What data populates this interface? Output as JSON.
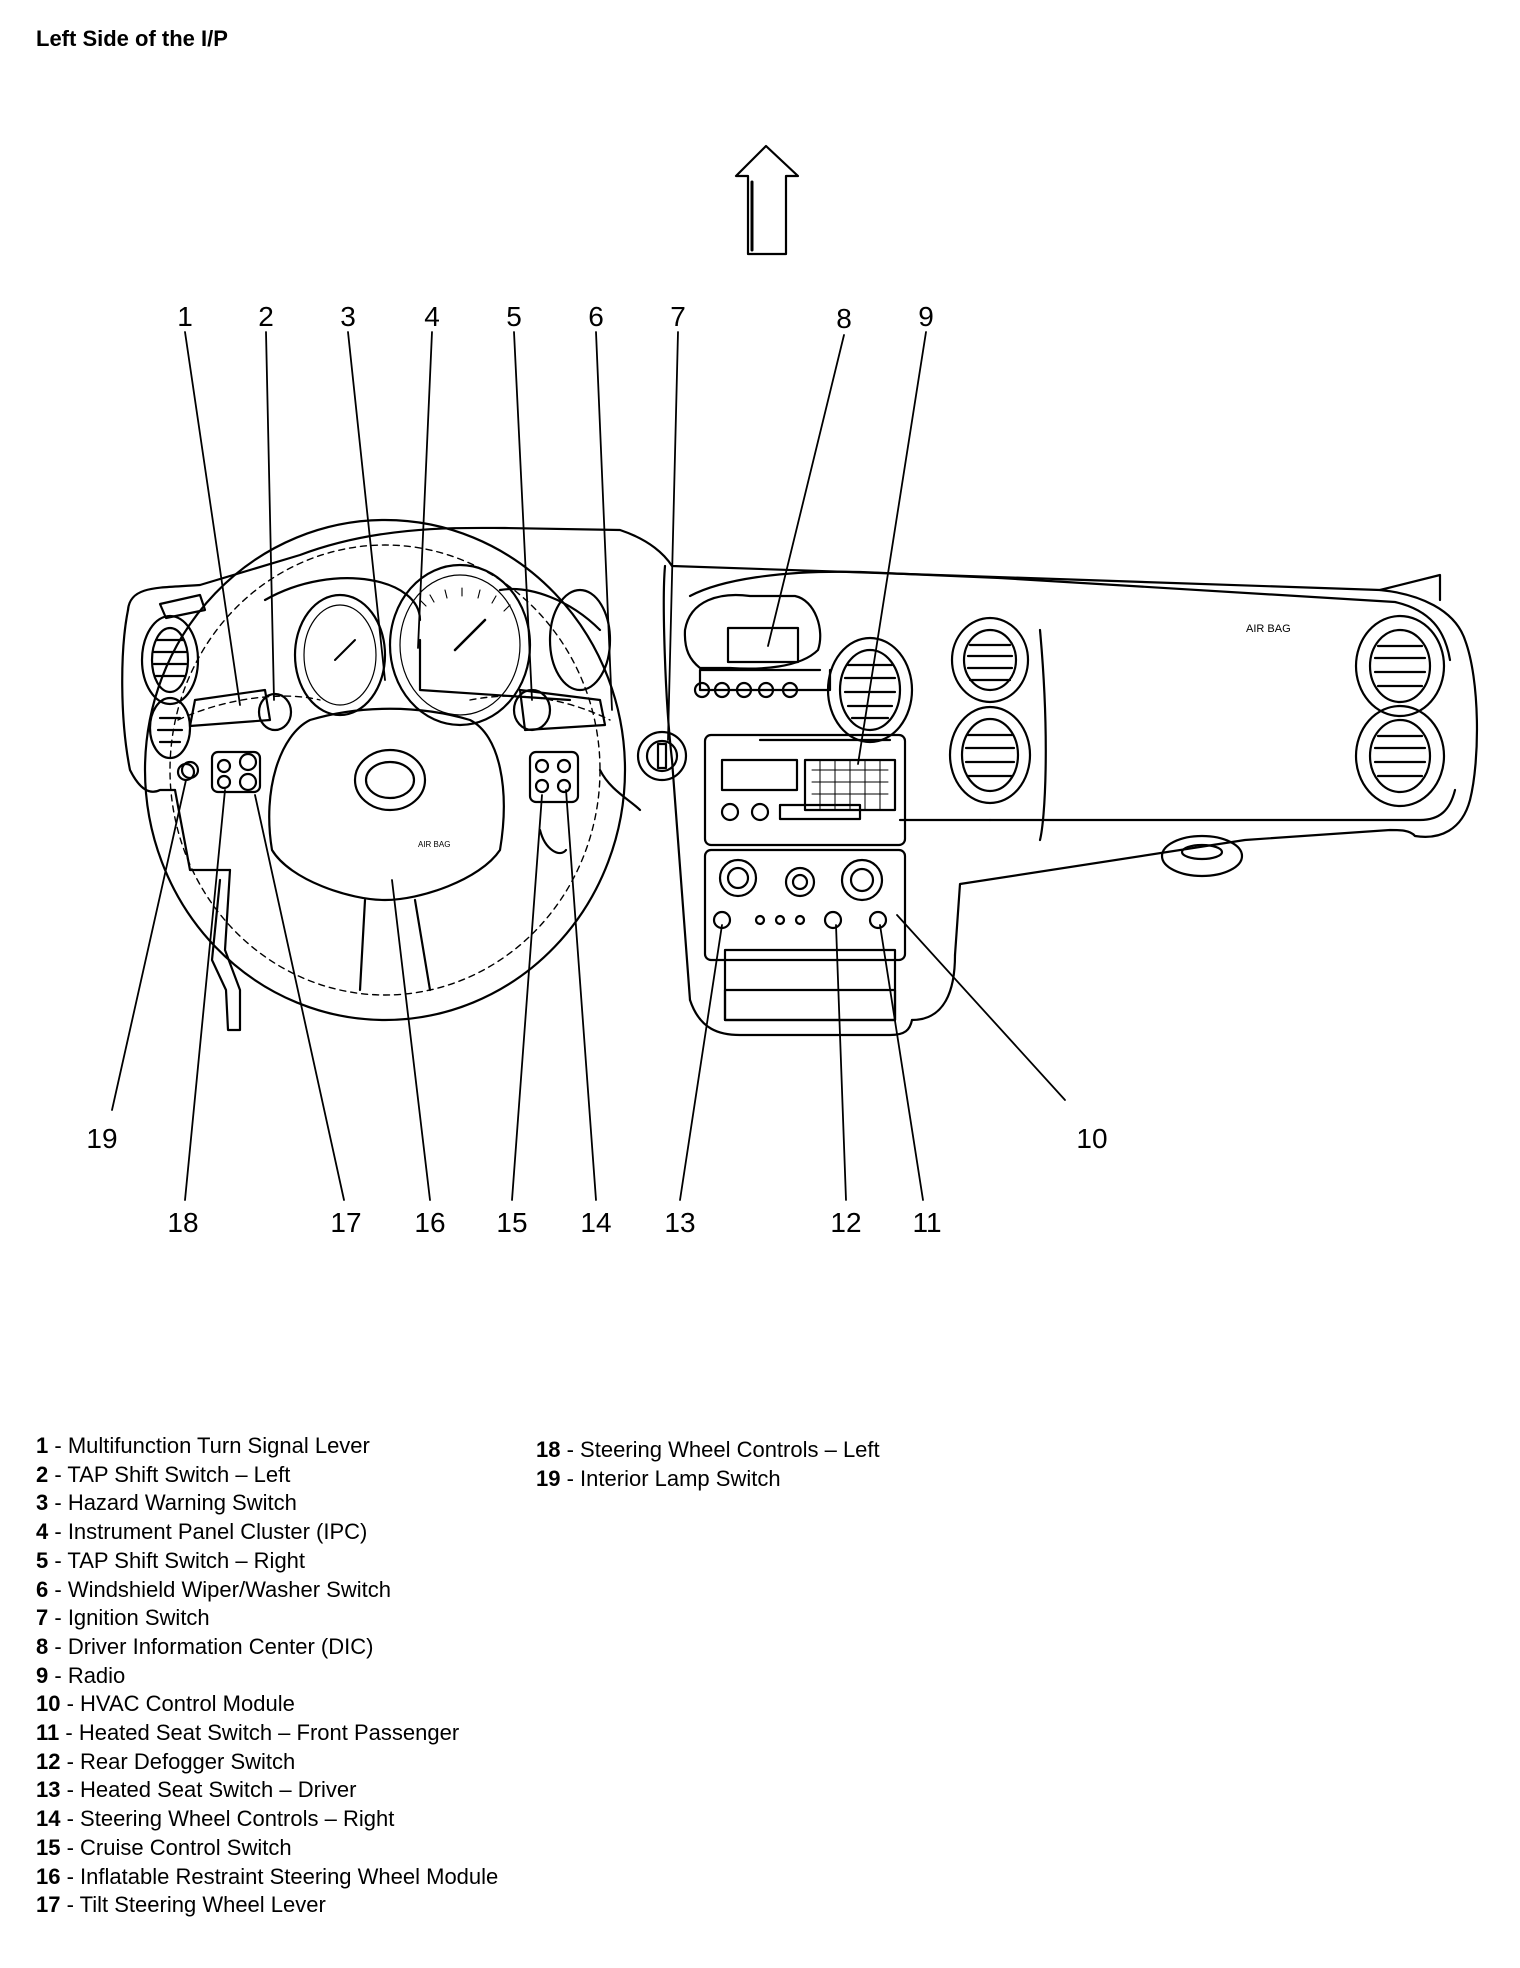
{
  "title": "Left Side of the I/P",
  "diagram": {
    "air_bag_text": "AIR BAG",
    "callouts": [
      {
        "n": "1"
      },
      {
        "n": "2"
      },
      {
        "n": "3"
      },
      {
        "n": "4"
      },
      {
        "n": "5"
      },
      {
        "n": "6"
      },
      {
        "n": "7"
      },
      {
        "n": "8"
      },
      {
        "n": "9"
      },
      {
        "n": "10"
      },
      {
        "n": "11"
      },
      {
        "n": "12"
      },
      {
        "n": "13"
      },
      {
        "n": "14"
      },
      {
        "n": "15"
      },
      {
        "n": "16"
      },
      {
        "n": "17"
      },
      {
        "n": "18"
      },
      {
        "n": "19"
      }
    ]
  },
  "legend": [
    {
      "num": "1",
      "sep": " - ",
      "label": "Multifunction Turn Signal Lever"
    },
    {
      "num": "2",
      "sep": " - ",
      "label": "TAP Shift Switch – Left"
    },
    {
      "num": "3",
      "sep": " - ",
      "label": "Hazard Warning Switch"
    },
    {
      "num": "4",
      "sep": " - ",
      "label": "Instrument Panel Cluster (IPC)"
    },
    {
      "num": "5",
      "sep": " - ",
      "label": "TAP Shift Switch – Right"
    },
    {
      "num": "6",
      "sep": " - ",
      "label": "Windshield Wiper/Washer Switch"
    },
    {
      "num": "7",
      "sep": " - ",
      "label": "Ignition Switch"
    },
    {
      "num": "8",
      "sep": " - ",
      "label": "Driver Information Center (DIC)"
    },
    {
      "num": "9",
      "sep": " - ",
      "label": "Radio"
    },
    {
      "num": "10",
      "sep": " - ",
      "label": "HVAC Control Module"
    },
    {
      "num": "11",
      "sep": " - ",
      "label": "Heated Seat Switch – Front Passenger"
    },
    {
      "num": "12",
      "sep": " - ",
      "label": "Rear Defogger Switch"
    },
    {
      "num": "13",
      "sep": " - ",
      "label": "Heated Seat Switch – Driver"
    },
    {
      "num": "14",
      "sep": " - ",
      "label": "Steering Wheel Controls – Right"
    },
    {
      "num": "15",
      "sep": " - ",
      "label": "Cruise Control Switch"
    },
    {
      "num": "16",
      "sep": " - ",
      "label": "Inflatable Restraint Steering Wheel Module"
    },
    {
      "num": "17",
      "sep": " - ",
      "label": "Tilt Steering Wheel Lever"
    },
    {
      "num": "18",
      "sep": " - ",
      "label": "Steering Wheel Controls – Left"
    },
    {
      "num": "19",
      "sep": " - ",
      "label": "Interior Lamp Switch"
    }
  ]
}
